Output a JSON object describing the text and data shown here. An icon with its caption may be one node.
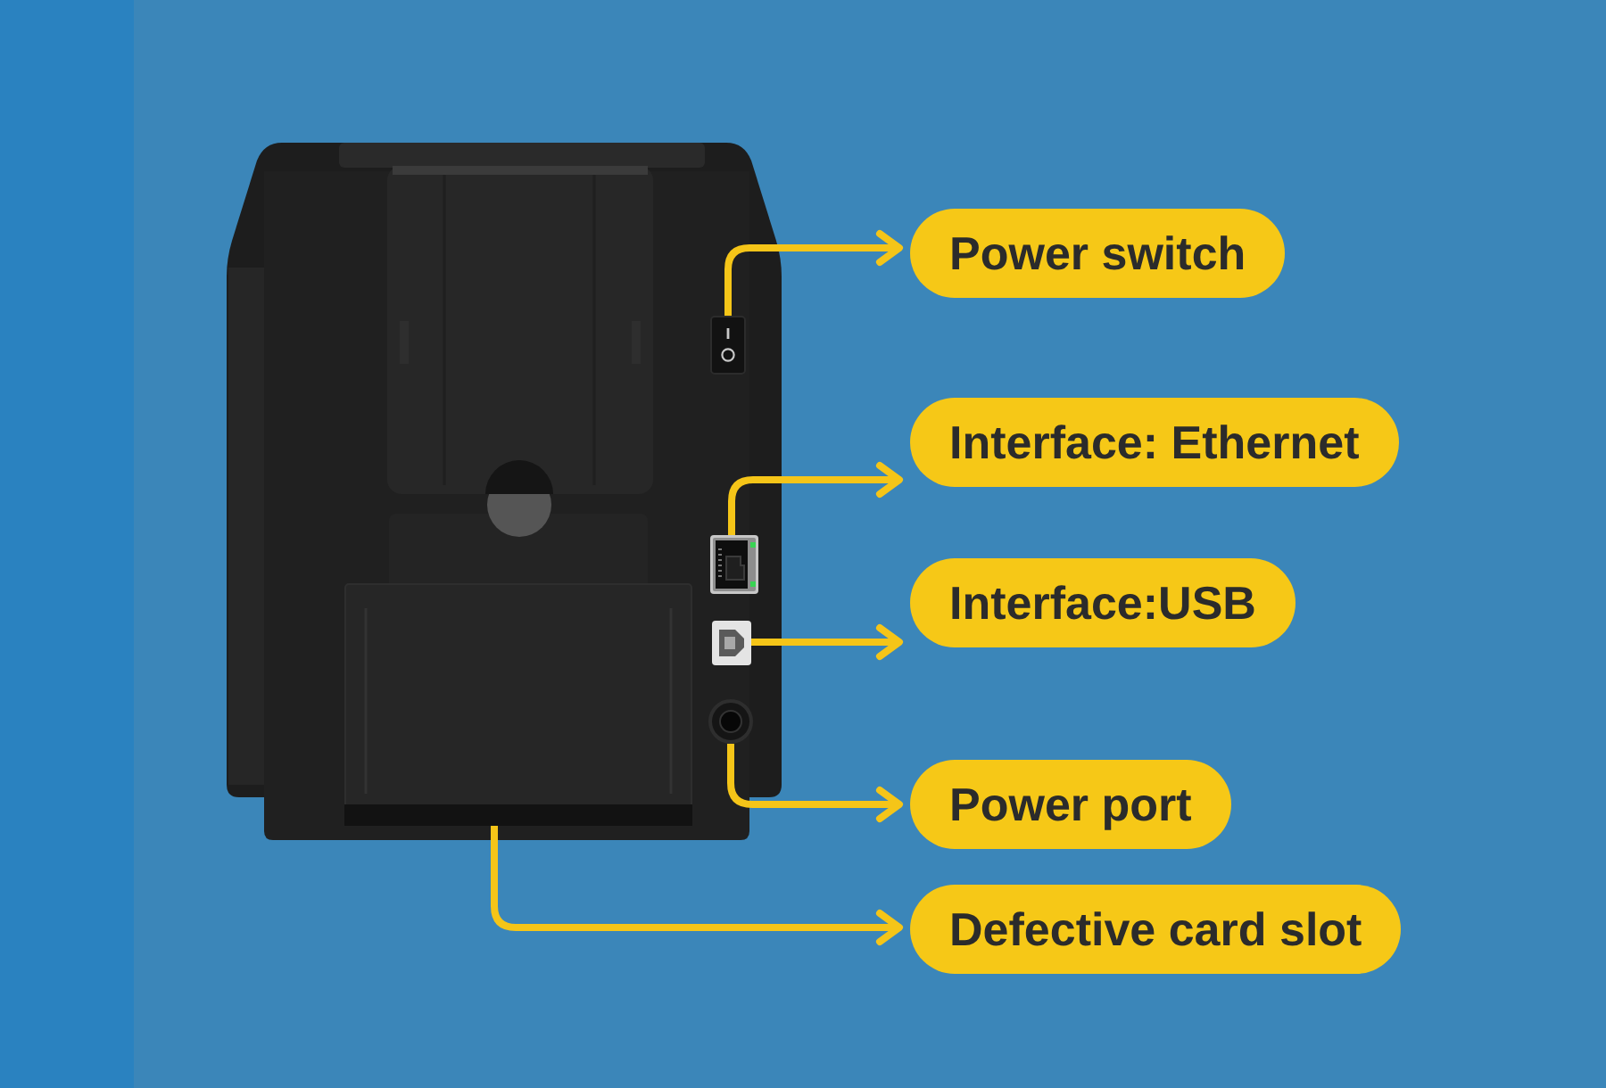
{
  "diagram": {
    "nodes": [
      {
        "text": [
          "Power switch"
        ]
      },
      {
        "text": [
          "Interface: Ethernet"
        ]
      },
      {
        "text": [
          "Interface:USB"
        ]
      },
      {
        "text": [
          "Power port"
        ]
      },
      {
        "text": [
          "Defective card slot"
        ]
      },
      {
        "text": [],
        "shape": "box"
      },
      {
        "text": [],
        "shape": "picture"
      },
      {
        "text": [],
        "shape": "picture"
      },
      {
        "text": [],
        "shape": "circle"
      },
      {
        "text": [],
        "shape": "box"
      }
    ],
    "edges": [
      {
        "from": 5,
        "to": 0,
        "arrow": "to"
      },
      {
        "from": 6,
        "to": 1,
        "arrow": "to"
      },
      {
        "from": 7,
        "to": 2,
        "arrow": "to"
      },
      {
        "from": 8,
        "to": 3,
        "arrow": "to"
      },
      {
        "from": 9,
        "to": 4,
        "arrow": "to"
      }
    ]
  }
}
